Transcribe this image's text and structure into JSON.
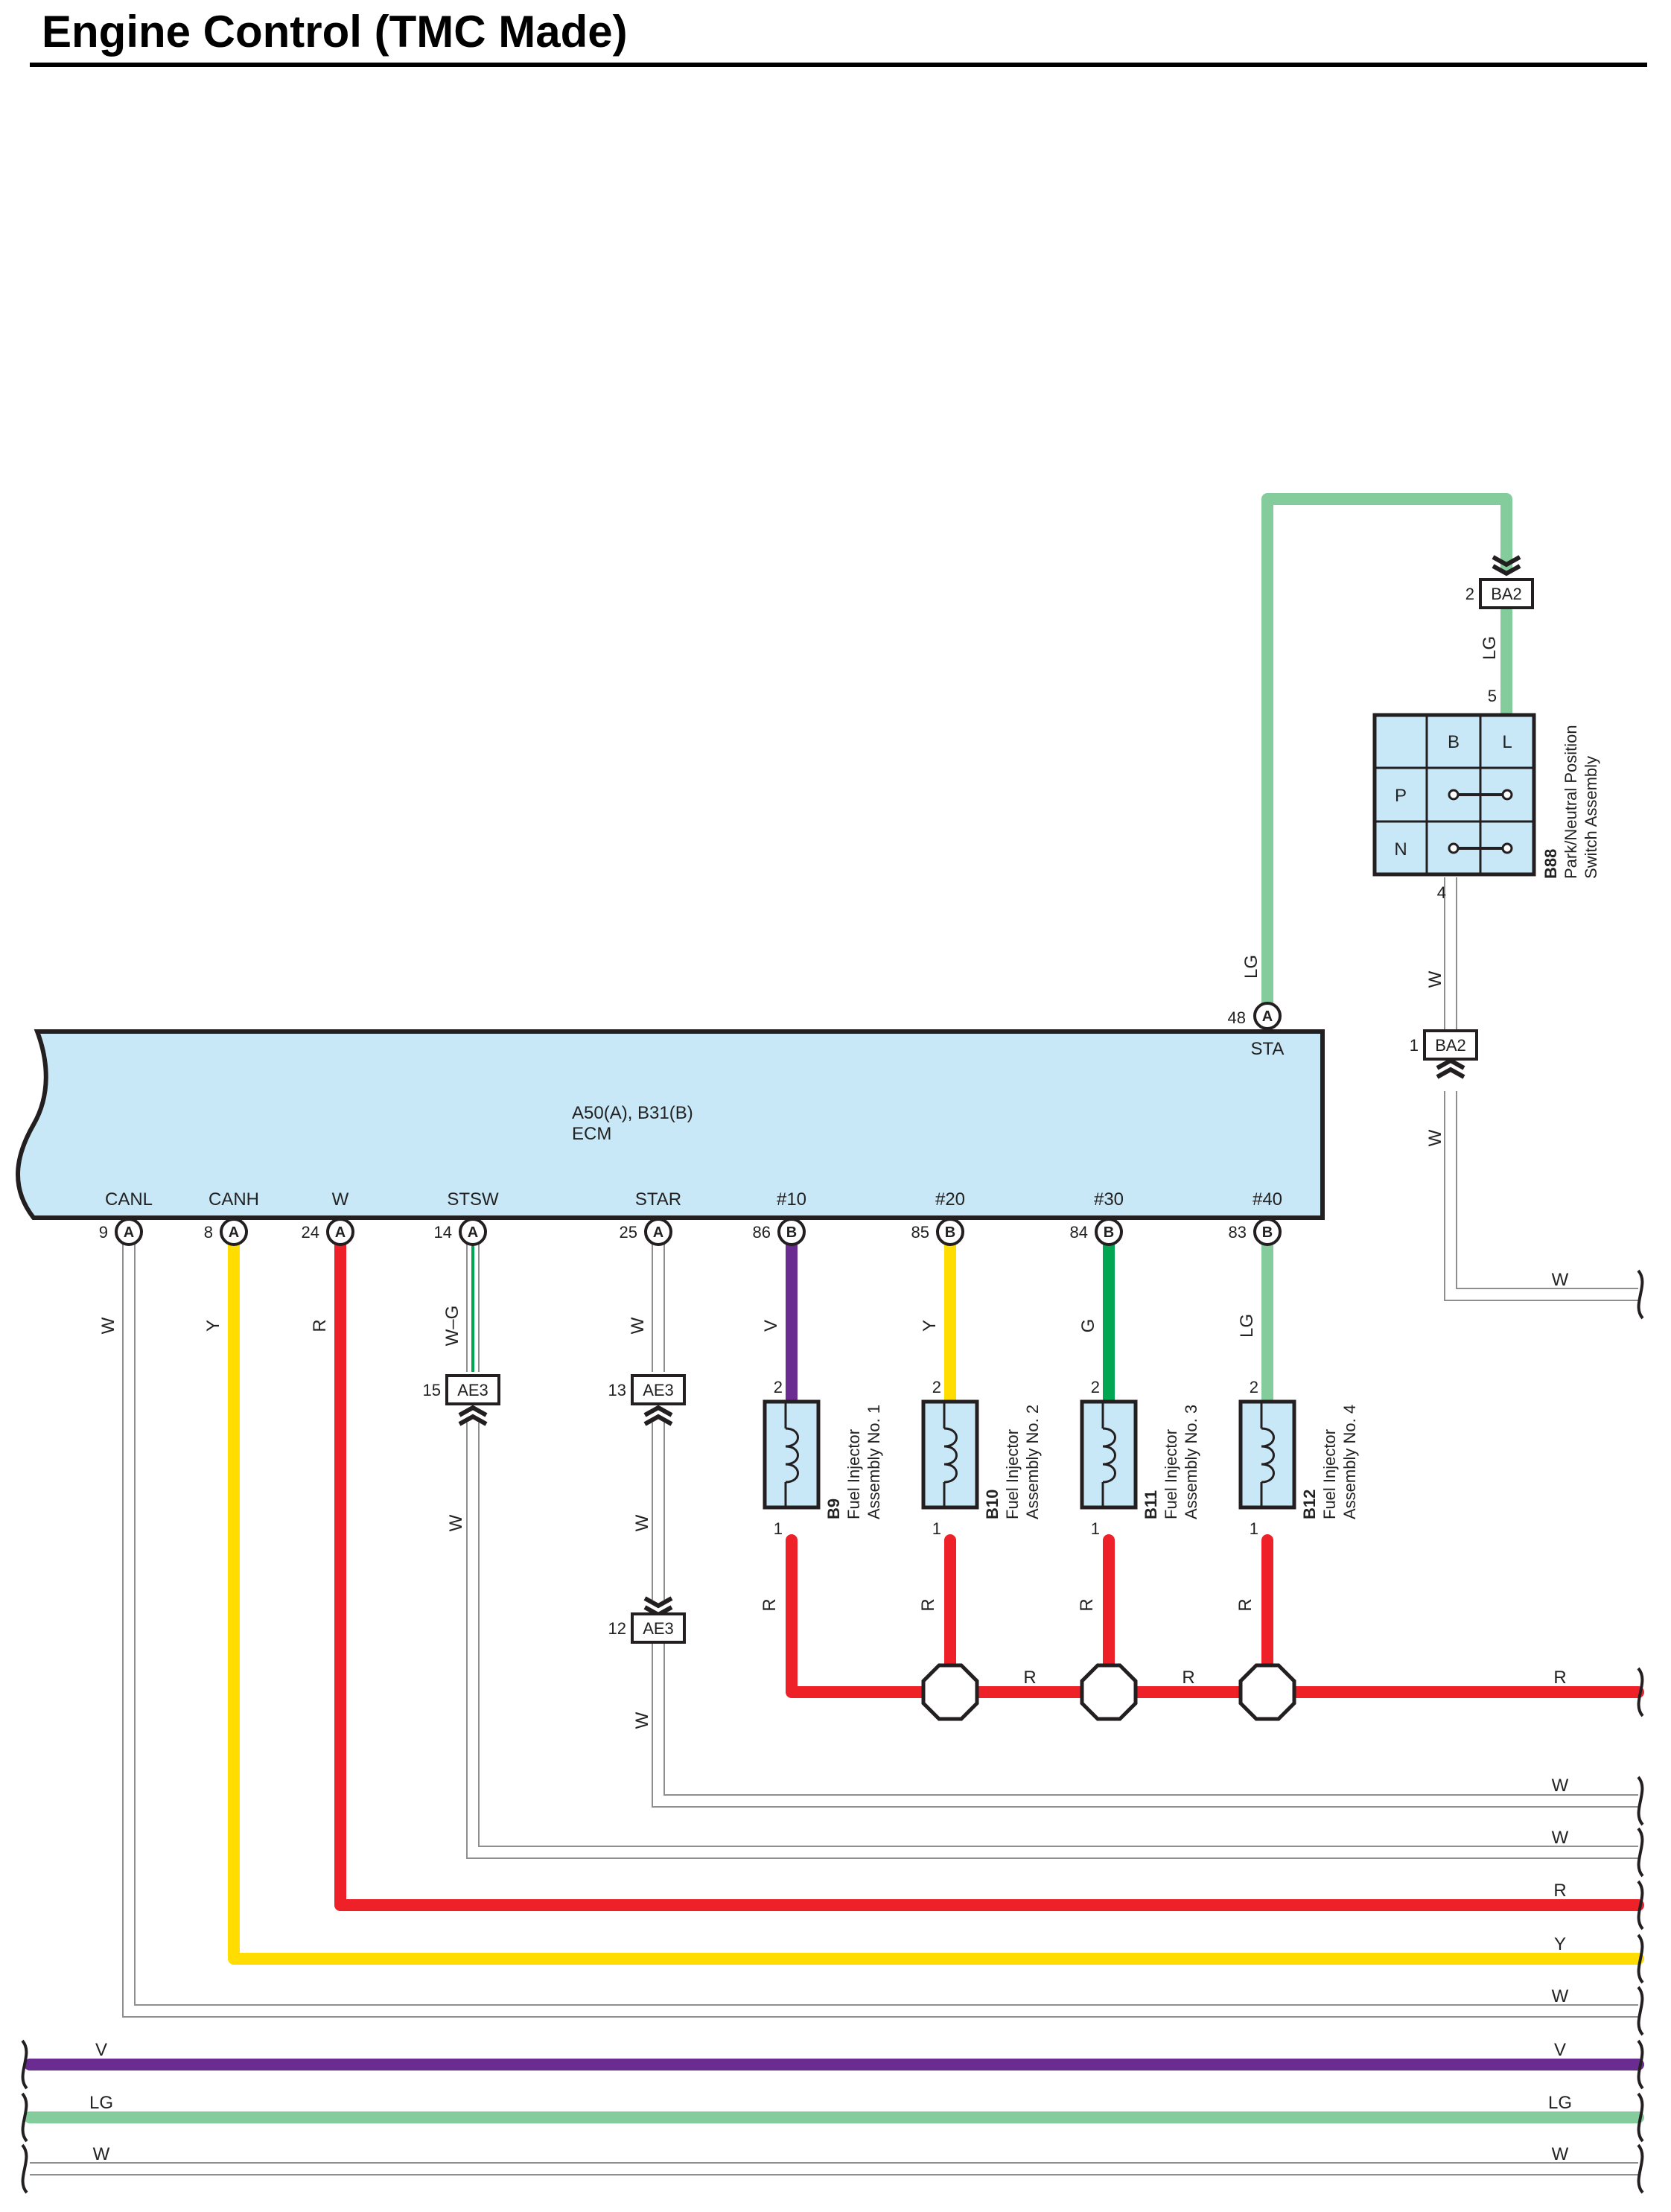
{
  "title": "Engine Control (TMC Made)",
  "colors": {
    "R": "#ee2028",
    "Y": "#ffdd00",
    "V": "#6b2c91",
    "G": "#00a651",
    "LG": "#84cc9c",
    "W": "#9a9a9a",
    "ecm_fill": "#c9e8f7",
    "outline": "#231f20"
  },
  "ecm": {
    "connectors": "A50(A), B31(B)",
    "name": "ECM",
    "sta_pin": {
      "label": "STA",
      "num": "48",
      "conn": "A",
      "wire": "LG"
    },
    "pins": [
      {
        "label": "CANL",
        "num": "9",
        "conn": "A",
        "wire": "W"
      },
      {
        "label": "CANH",
        "num": "8",
        "conn": "A",
        "wire": "Y"
      },
      {
        "label": "W",
        "num": "24",
        "conn": "A",
        "wire": "R"
      },
      {
        "label": "STSW",
        "num": "14",
        "conn": "A",
        "wire": "W–G"
      },
      {
        "label": "STAR",
        "num": "25",
        "conn": "A",
        "wire": "W"
      },
      {
        "label": "#10",
        "num": "86",
        "conn": "B",
        "wire": "V"
      },
      {
        "label": "#20",
        "num": "85",
        "conn": "B",
        "wire": "Y"
      },
      {
        "label": "#30",
        "num": "84",
        "conn": "B",
        "wire": "G"
      },
      {
        "label": "#40",
        "num": "83",
        "conn": "B",
        "wire": "LG"
      }
    ]
  },
  "park_neutral_switch": {
    "code": "B88",
    "name_line1": "Park/Neutral Position",
    "name_line2": "Switch Assembly",
    "col_b": "B",
    "col_l": "L",
    "row_p": "P",
    "row_n": "N",
    "pin_top": "5",
    "pin_bottom": "4"
  },
  "junctions": {
    "ba2_top": {
      "name": "BA2",
      "pin": "2"
    },
    "ba2_bottom": {
      "name": "BA2",
      "pin": "1"
    },
    "ae3_stsw": {
      "name": "AE3",
      "pin": "15"
    },
    "ae3_star_top": {
      "name": "AE3",
      "pin": "13"
    },
    "ae3_star_bottom": {
      "name": "AE3",
      "pin": "12"
    }
  },
  "injectors": [
    {
      "code": "B9",
      "line1": "Fuel Injector",
      "line2": "Assembly No. 1",
      "pin_top": "2",
      "pin_bottom": "1"
    },
    {
      "code": "B10",
      "line1": "Fuel Injector",
      "line2": "Assembly No. 2",
      "pin_top": "2",
      "pin_bottom": "1"
    },
    {
      "code": "B11",
      "line1": "Fuel Injector",
      "line2": "Assembly No. 3",
      "pin_top": "2",
      "pin_bottom": "1"
    },
    {
      "code": "B12",
      "line1": "Fuel Injector",
      "line2": "Assembly No. 4",
      "pin_top": "2",
      "pin_bottom": "1"
    }
  ],
  "wire_labels": {
    "lg_sta": "LG",
    "lg_ba2": "LG",
    "w_sw_top": "W",
    "w_sw_bottom": "W",
    "w_sw_right": "W",
    "w_stsw_lower": "W",
    "w_star_mid": "W",
    "w_star_lower": "W",
    "inj_r": [
      "R",
      "R",
      "R",
      "R"
    ],
    "bus_r": [
      "R",
      "R",
      "R"
    ]
  },
  "bus_lines": [
    {
      "wire": "W"
    },
    {
      "wire": "W"
    },
    {
      "wire": "R"
    },
    {
      "wire": "Y"
    },
    {
      "wire": "W"
    }
  ],
  "bottom_lines": [
    {
      "wire": "V",
      "left_label": "V",
      "right_label": "V"
    },
    {
      "wire": "LG",
      "left_label": "LG",
      "right_label": "LG"
    },
    {
      "wire": "W",
      "left_label": "W",
      "right_label": "W"
    }
  ]
}
